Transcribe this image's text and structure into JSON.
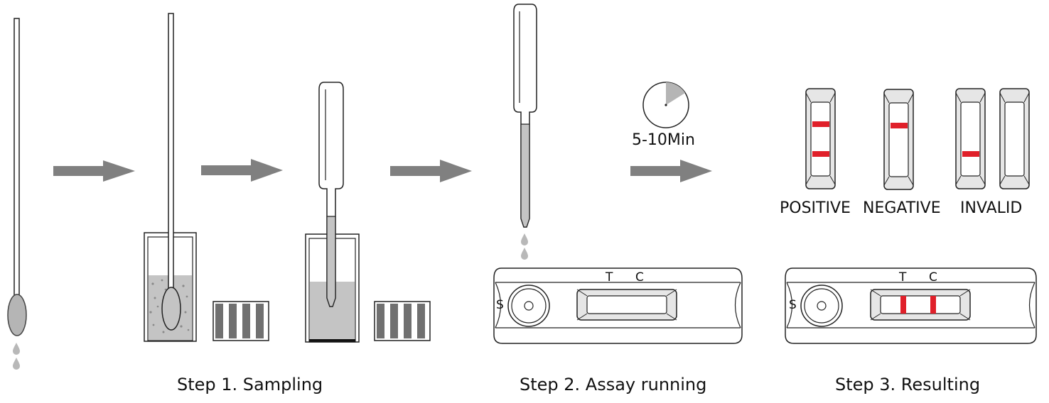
{
  "steps": {
    "step1": "Step 1. Sampling",
    "step2": "Step 2. Assay running",
    "step3": "Step 3. Resulting"
  },
  "timer": {
    "text": "5-10Min"
  },
  "results": {
    "positive": "POSITIVE",
    "negative": "NEGATIVE",
    "invalid": "INVALID"
  },
  "cassette": {
    "sample_well": "S",
    "test_line": "T",
    "control_line": "C"
  },
  "colors": {
    "arrow": "#808080",
    "liquid": "#c0c0c0",
    "line": "#e0202a",
    "stroke": "#222222"
  }
}
